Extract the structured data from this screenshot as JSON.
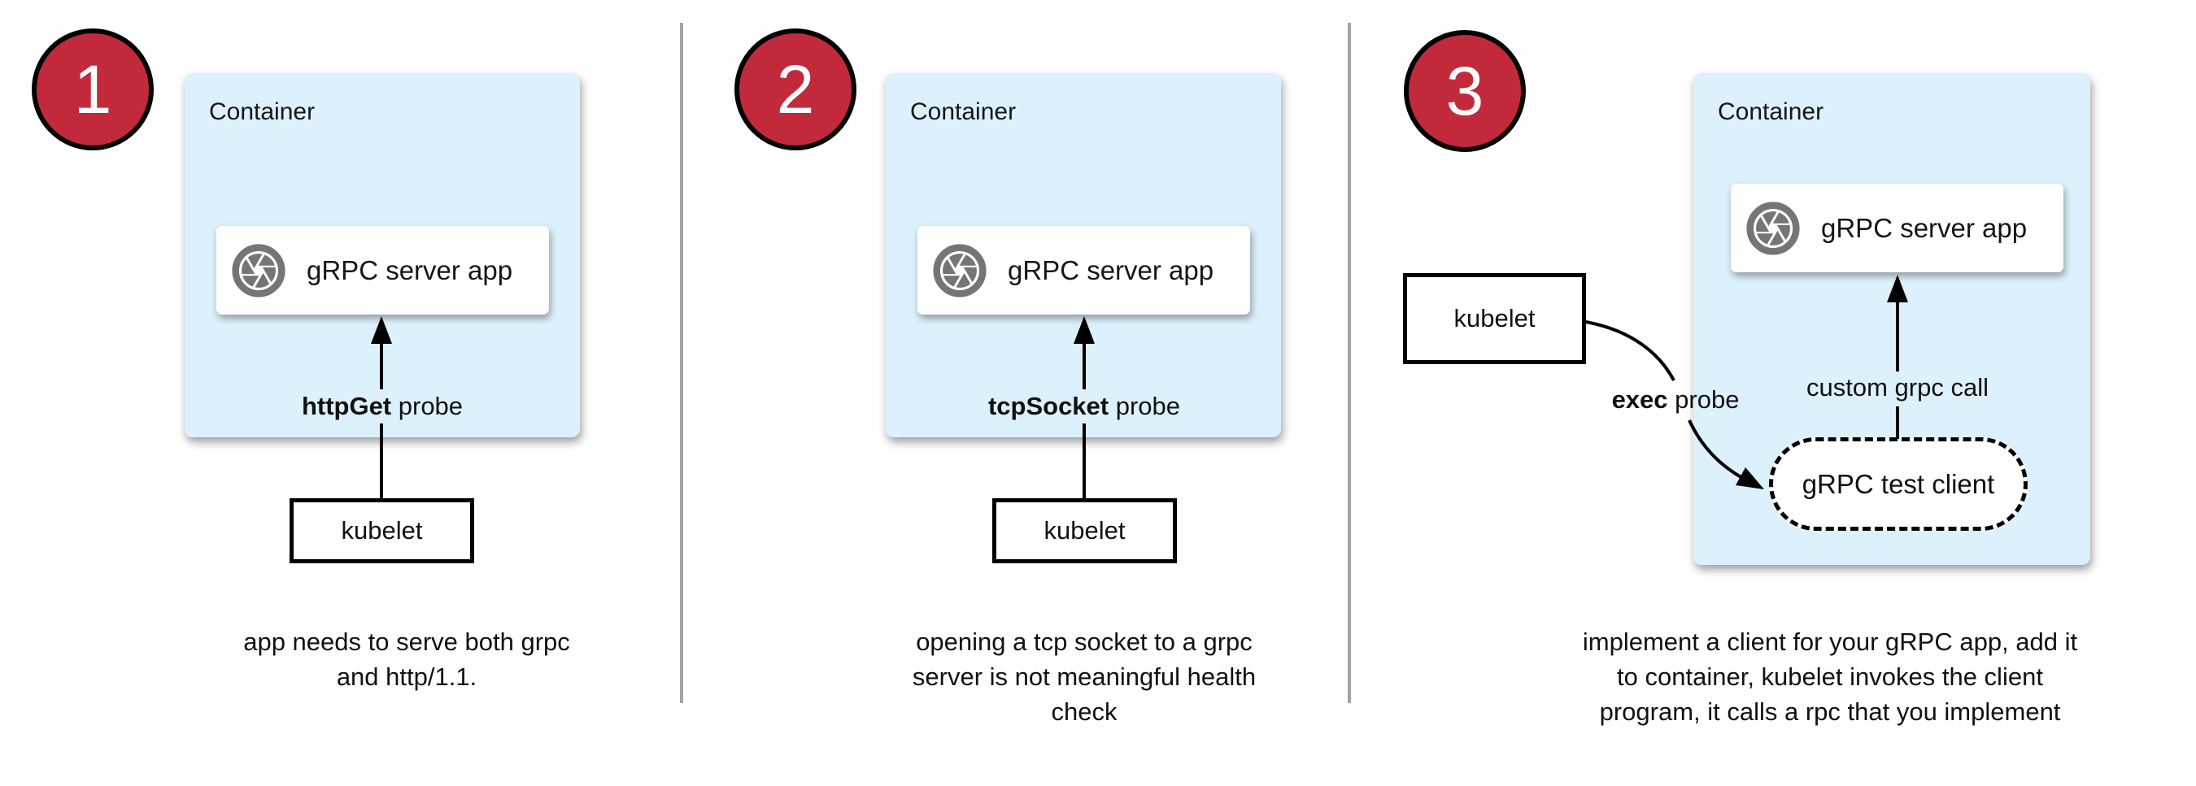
{
  "colors": {
    "container_fill": "#DCF1FC",
    "badge_fill": "#C22A3C",
    "badge_border": "#000000",
    "icon_color": "#757575",
    "divider_color": "#A3A3A3"
  },
  "panels": [
    {
      "badge": "1",
      "container_label": "Container",
      "app_label": "gRPC server app",
      "probe_type": "httpGet",
      "probe_rest": " probe",
      "kubelet_label": "kubelet",
      "caption": "app needs to serve both grpc\nand http/1.1."
    },
    {
      "badge": "2",
      "container_label": "Container",
      "app_label": "gRPC server app",
      "probe_type": "tcpSocket",
      "probe_rest": " probe",
      "kubelet_label": "kubelet",
      "caption": "opening a tcp socket to a grpc\nserver is not meaningful health\ncheck"
    },
    {
      "badge": "3",
      "container_label": "Container",
      "app_label": "gRPC server app",
      "probe_type": "exec",
      "probe_rest": " probe",
      "kubelet_label": "kubelet",
      "grpc_call_label": "custom grpc call",
      "test_client_label": "gRPC test client",
      "caption": "implement a client for your gRPC app, add it\nto container, kubelet invokes the client\nprogram, it calls a rpc that you implement"
    }
  ]
}
